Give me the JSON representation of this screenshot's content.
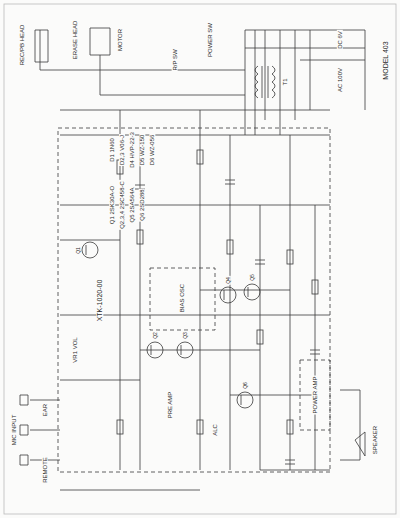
{
  "diagram": {
    "labels": [
      "XTK-1020-00",
      "Q1 2SK30A-O",
      "Q2,3,4 2SC458-C",
      "Q5 2SA564A",
      "Q6 2SD288",
      "D1 1N60",
      "D2,3 V06-J",
      "D4 HVP-22-3",
      "D5 WZ-150",
      "D6 WZ-056",
      "MODEL 403",
      "BIAS OSC",
      "PRE AMP",
      "POWER AMP",
      "MIC INPUT",
      "REMOTE",
      "EAR",
      "SPEAKER",
      "REC/PB HEAD",
      "ERASE HEAD",
      "MOTOR",
      "AC 100V",
      "DC 6V",
      "POWER SW",
      "R/P SW",
      "VR1 VOL",
      "ALC",
      "Q1",
      "Q2",
      "Q3",
      "Q4",
      "Q5",
      "Q6",
      "T1"
    ]
  }
}
